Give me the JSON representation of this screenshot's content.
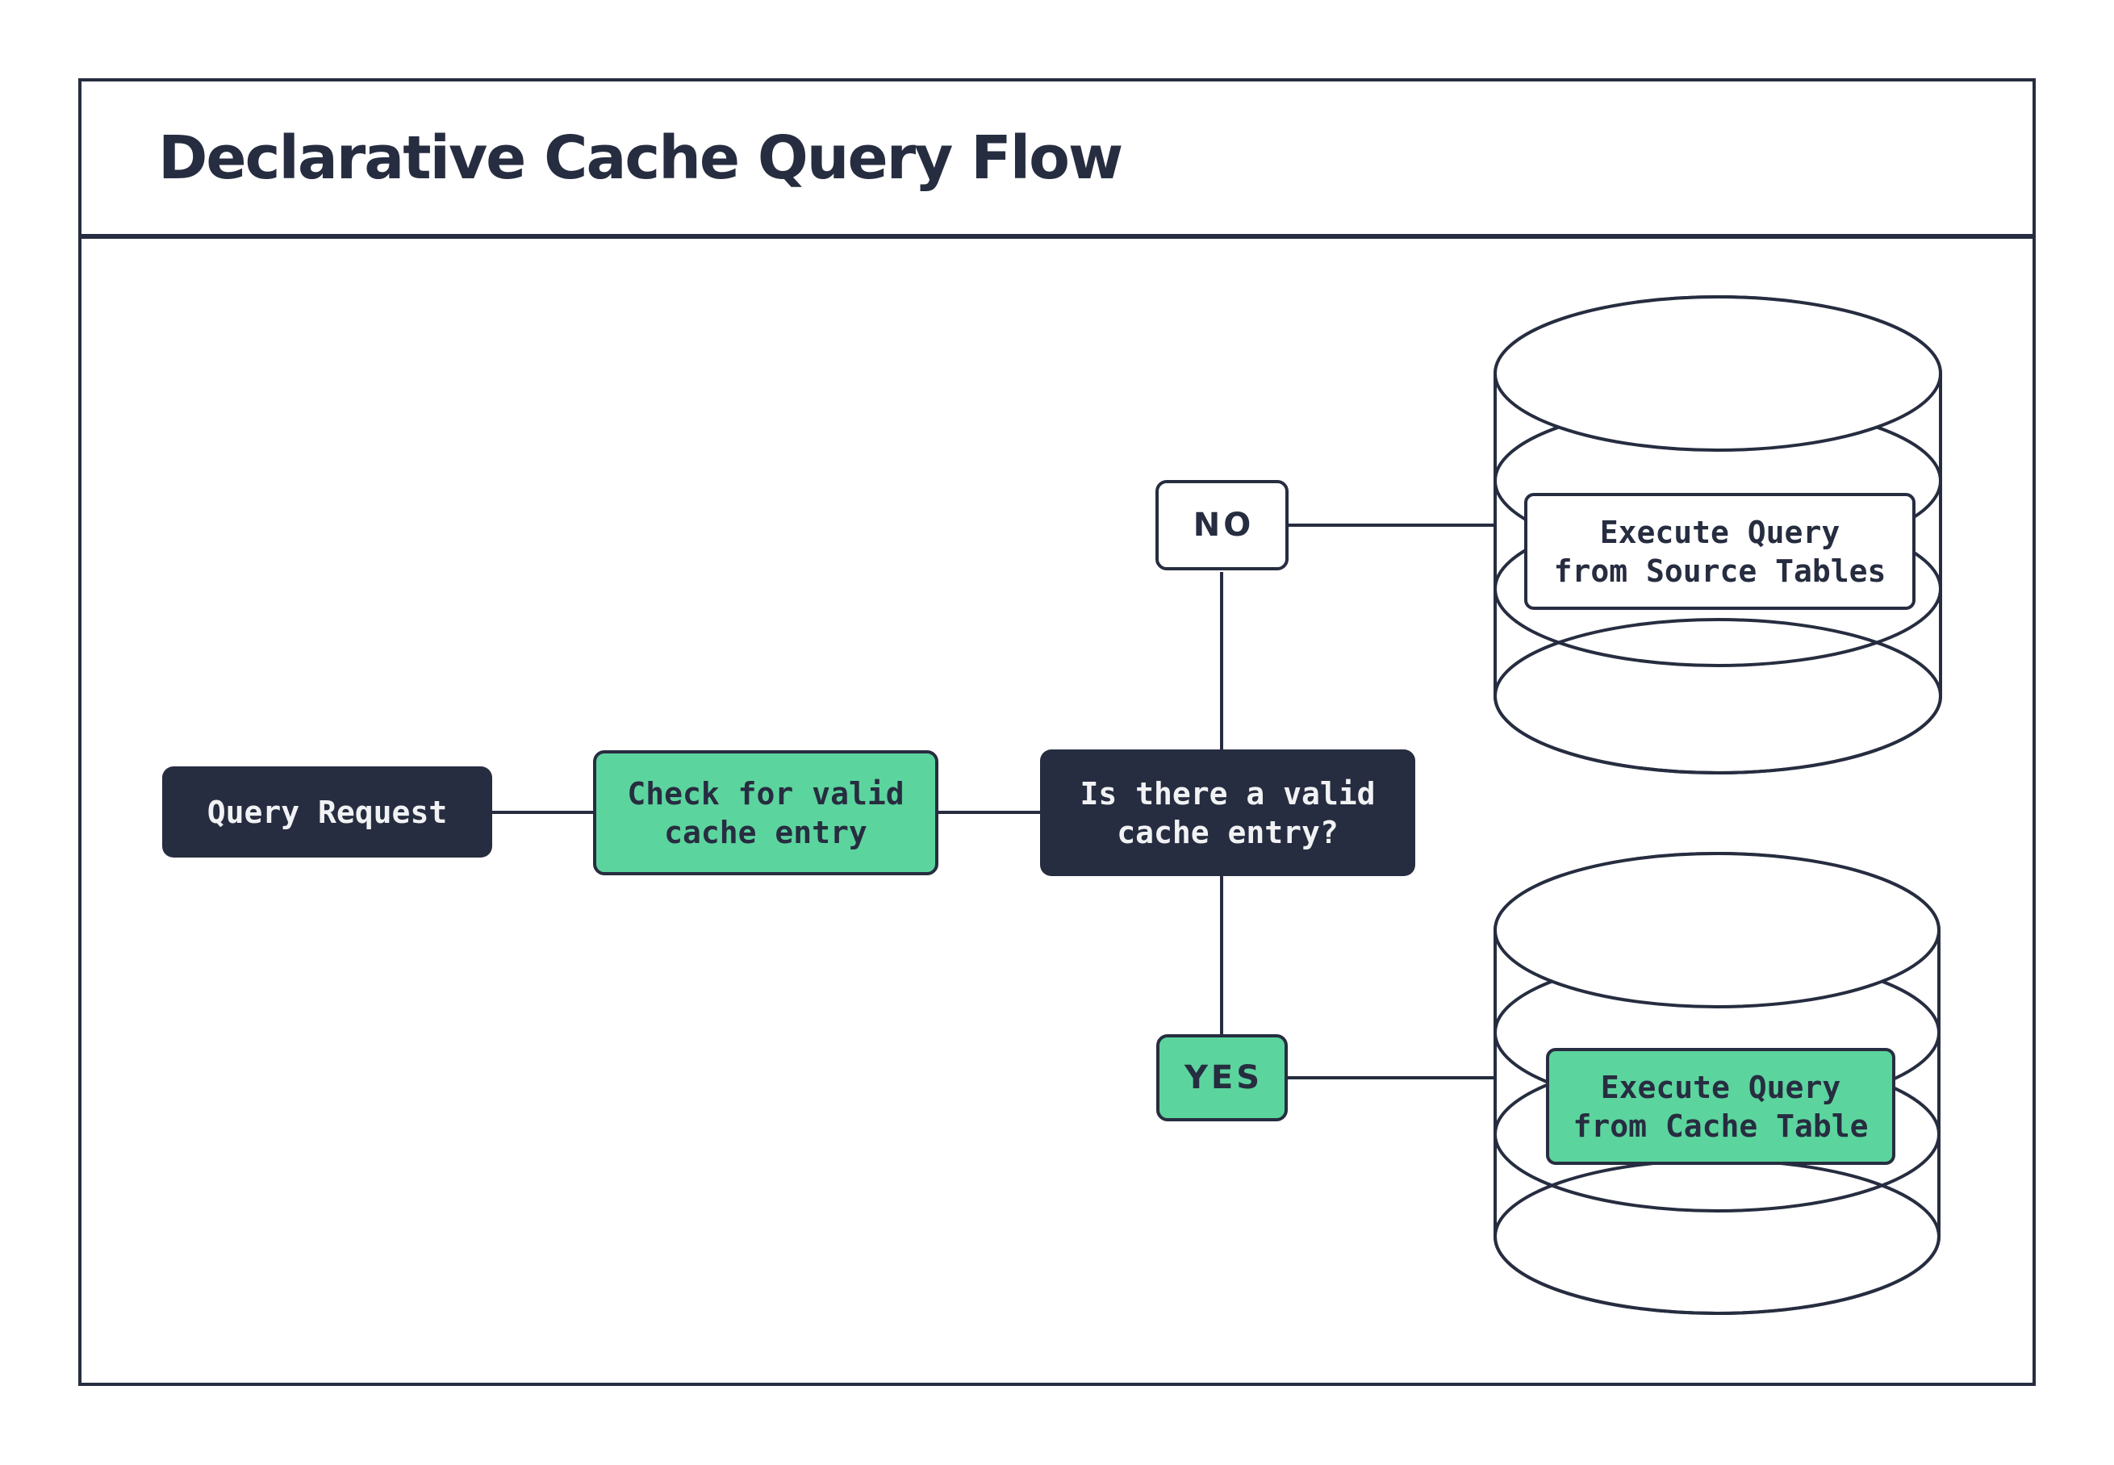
{
  "title": "Declarative Cache Query Flow",
  "colors": {
    "dark_navy": "#272d40",
    "mint_green": "#5cd49e",
    "white": "#ffffff",
    "light_text": "#f1f2f4"
  },
  "nodes": {
    "query_request": {
      "label": "Query Request"
    },
    "check_cache": {
      "line1": "Check for valid",
      "line2": "cache entry"
    },
    "decision": {
      "line1": "Is there a valid",
      "line2": "cache entry?"
    },
    "no_branch": {
      "label": "NO"
    },
    "yes_branch": {
      "label": "YES"
    },
    "source_db": {
      "line1": "Execute Query",
      "line2": "from Source Tables"
    },
    "cache_db": {
      "line1": "Execute Query",
      "line2": "from Cache Table"
    }
  }
}
